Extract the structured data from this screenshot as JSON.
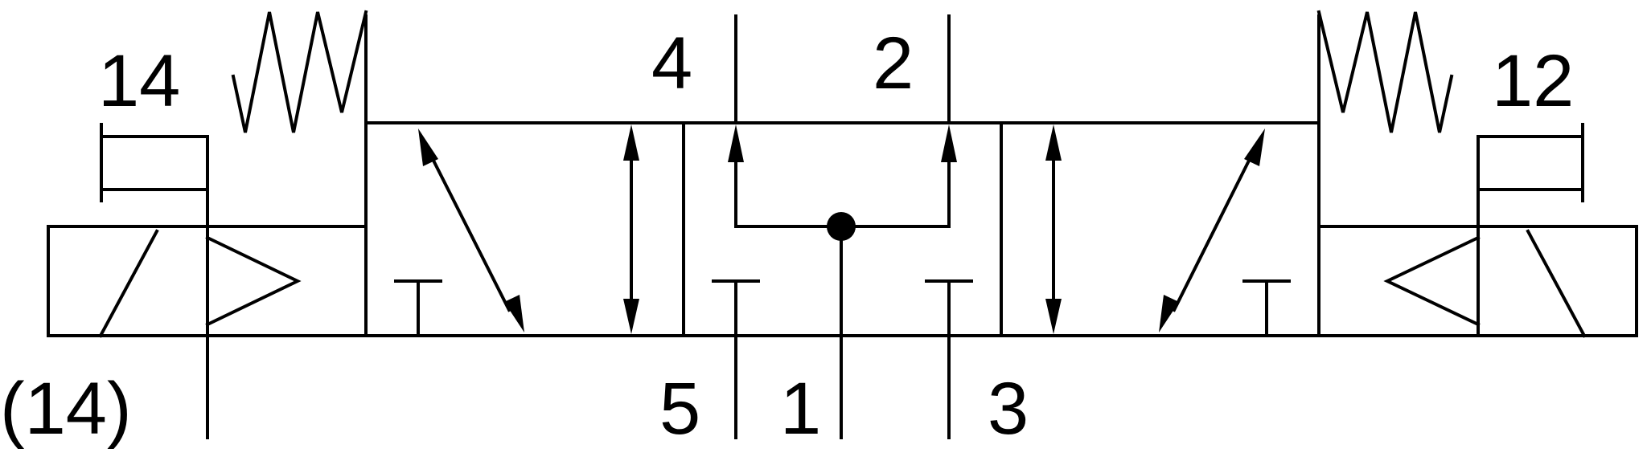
{
  "diagram": {
    "ports": {
      "p4": "4",
      "p2": "2",
      "p5": "5",
      "p1": "1",
      "p3": "3"
    },
    "pilots": {
      "left": "14",
      "right": "12",
      "left_manual": "(14)"
    }
  }
}
